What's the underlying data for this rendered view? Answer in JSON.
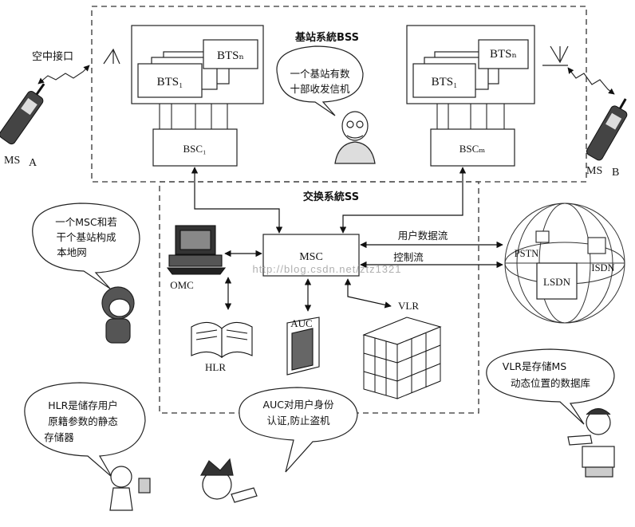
{
  "bss_title": "基站系統BSS",
  "ss_title": "交换系統SS",
  "air_interface_label": "空中接口",
  "bts_left": {
    "bts_n": "BTSₙ",
    "bts_1": "BTS₁"
  },
  "bts_right": {
    "bts_n": "BTSₙ",
    "bts_1": "BTS₁"
  },
  "bsc_left": "BSC₁",
  "bsc_right": "BSCₘ",
  "ms_a": {
    "label": "MS",
    "letter": "A"
  },
  "ms_b": {
    "label": "MS",
    "letter": "B"
  },
  "msc": "MSC",
  "omc": "OMC",
  "hlr": "HLR",
  "auc": "AUC",
  "vlr": "VLR",
  "user_data_flow": "用户数据流",
  "control_flow": "控制流",
  "network": {
    "pstn": "PSTN",
    "isdn": "ISDN",
    "lsdn": "LSDN"
  },
  "watermark": "http://blog.csdn.net/ztz1321",
  "bubbles": {
    "bss": [
      "一个基站有数",
      "十部收发信机"
    ],
    "msc": [
      "一个MSC和若",
      "干个基站构成",
      "本地网"
    ],
    "hlr": [
      "HLR是储存用户",
      "原籍参数的静态",
      "存储器"
    ],
    "auc": [
      "AUC对用户身份",
      "认证,防止盗机"
    ],
    "vlr": [
      "VLR是存储MS",
      "动态位置的数据库"
    ]
  }
}
